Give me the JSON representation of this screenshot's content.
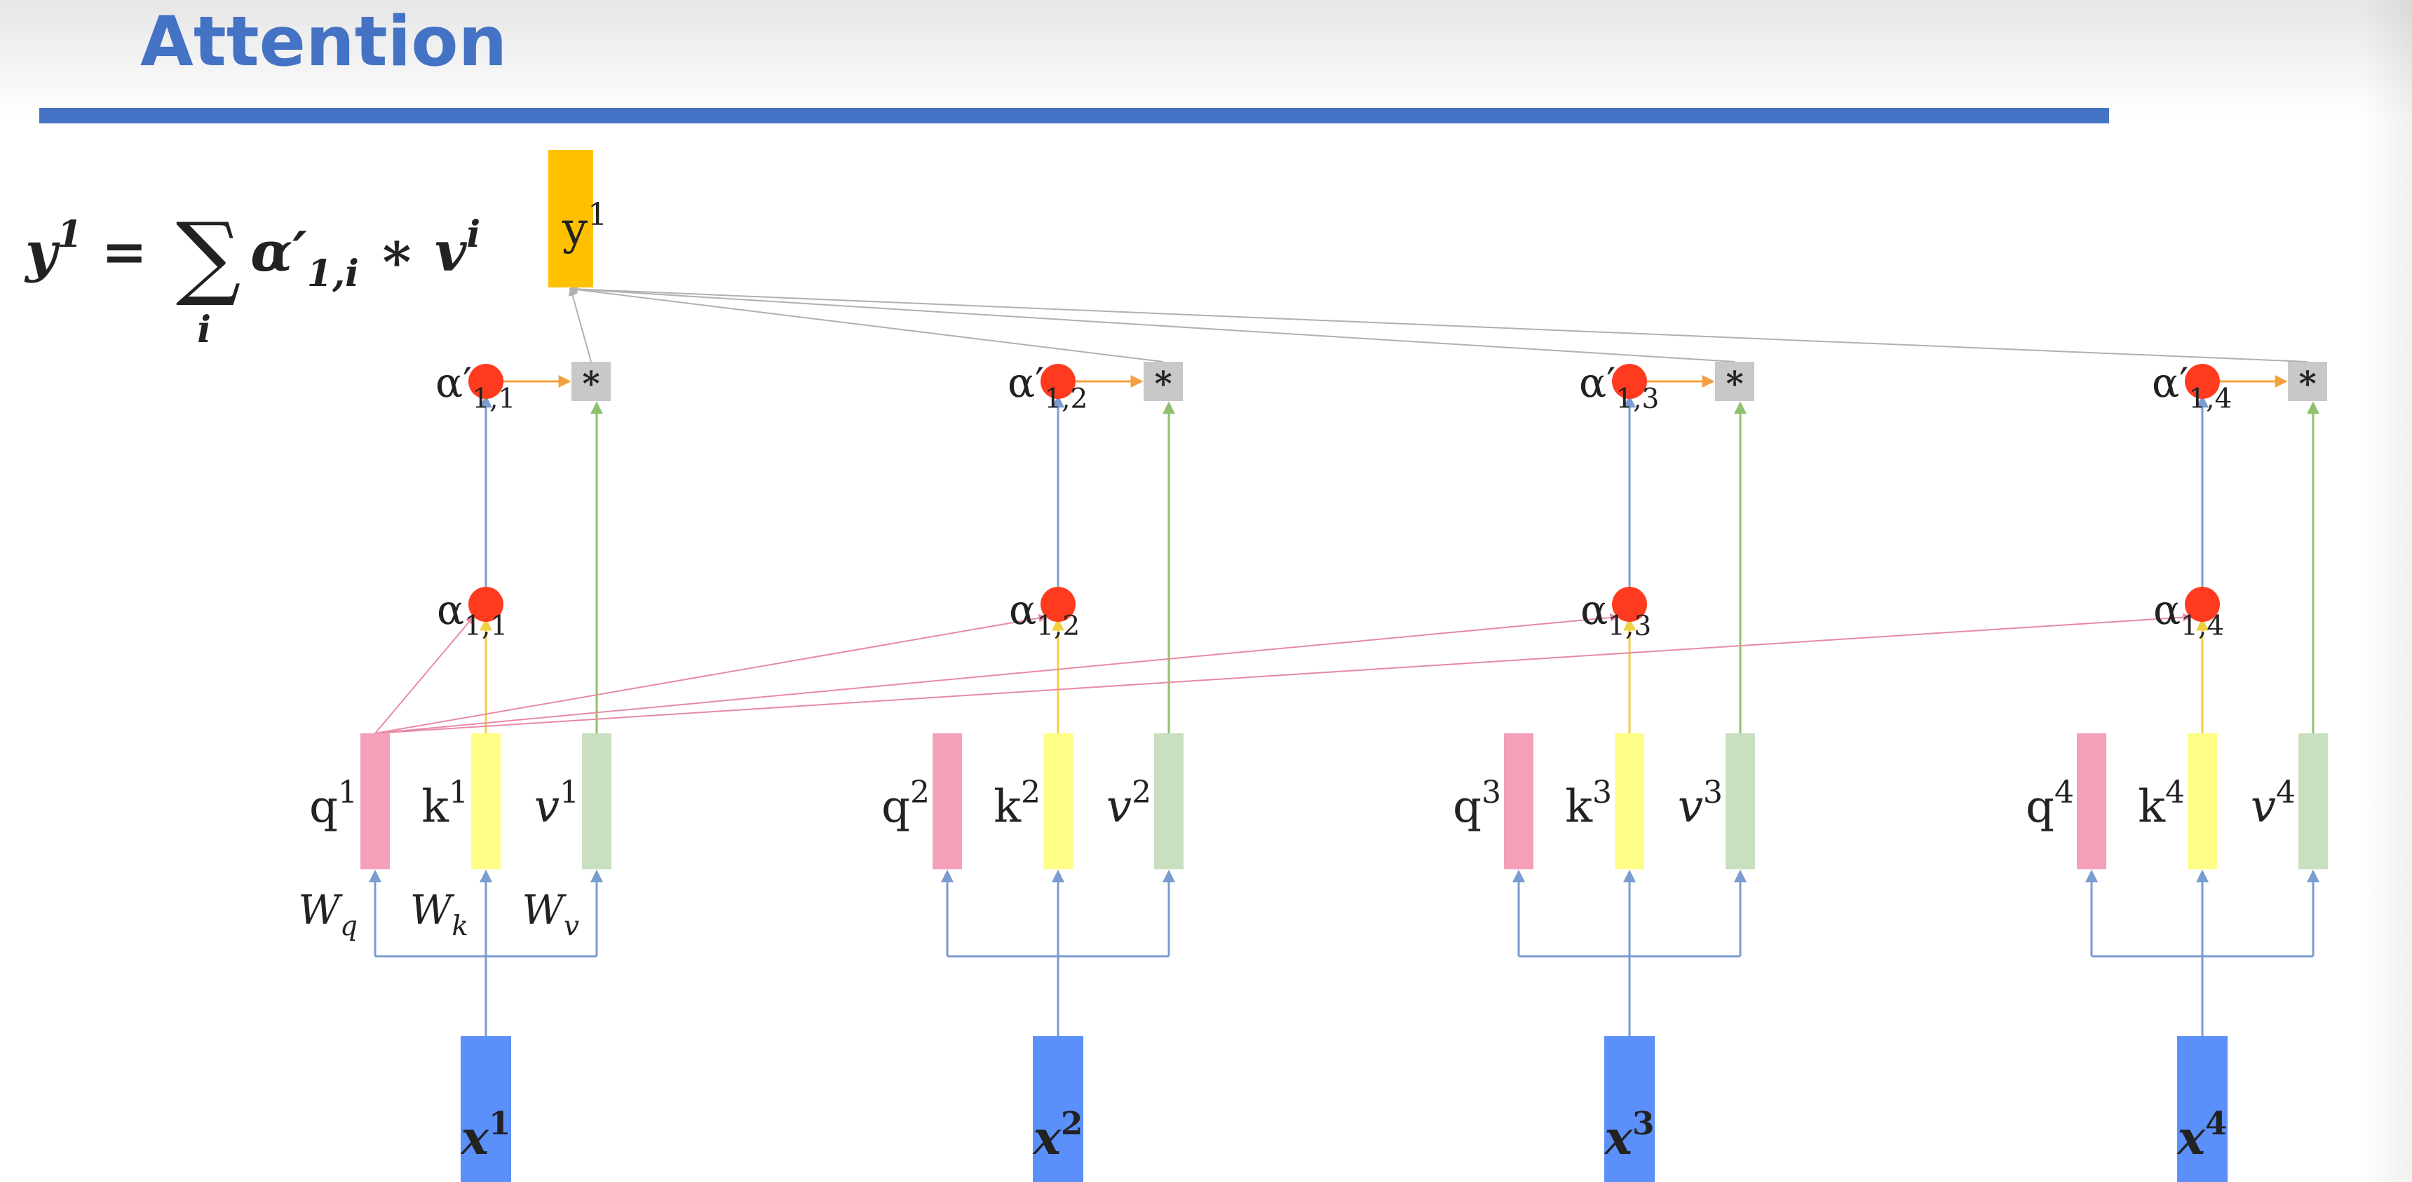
{
  "title": "Attention",
  "formula": {
    "lhs": "y",
    "lhs_sup": "1",
    "eq": "=",
    "sum": "∑",
    "sum_sub": "i",
    "alpha": "α′",
    "alpha_sub": "1,i",
    "times": "∗",
    "v": "v",
    "v_sup": "i"
  },
  "output": {
    "base": "y",
    "sup": "1"
  },
  "weights": {
    "q": "W",
    "q_sub": "q",
    "k": "W",
    "k_sub": "k",
    "v": "W",
    "v_sub": "v"
  },
  "multiply_symbol": "*",
  "tokens": [
    {
      "x": "x",
      "x_sup": "1",
      "q": "q",
      "k": "k",
      "v": "v",
      "sup": "1",
      "alpha": "α",
      "alpha_sub": "1,1",
      "alpha_prime": "α′",
      "alpha_prime_sub": "1,1"
    },
    {
      "x": "x",
      "x_sup": "2",
      "q": "q",
      "k": "k",
      "v": "v",
      "sup": "2",
      "alpha": "α",
      "alpha_sub": "1,2",
      "alpha_prime": "α′",
      "alpha_prime_sub": "1,2"
    },
    {
      "x": "x",
      "x_sup": "3",
      "q": "q",
      "k": "k",
      "v": "v",
      "sup": "3",
      "alpha": "α",
      "alpha_sub": "1,3",
      "alpha_prime": "α′",
      "alpha_prime_sub": "1,3"
    },
    {
      "x": "x",
      "x_sup": "4",
      "q": "q",
      "k": "k",
      "v": "v",
      "sup": "4",
      "alpha": "α",
      "alpha_sub": "1,4",
      "alpha_prime": "α′",
      "alpha_prime_sub": "1,4"
    }
  ],
  "colors": {
    "title": "#4472c4",
    "query": "#f4a0b8",
    "key": "#ffff88",
    "value": "#c8e0c0",
    "input": "#5b8ff9",
    "output": "#ffc000",
    "node": "#ff3b1f",
    "multiply_box": "#c8c8c8",
    "arrow_blue": "#7a9cd0",
    "arrow_pink": "#e88aa4",
    "arrow_yellow": "#f0d040",
    "arrow_green": "#8fc070",
    "arrow_orange": "#f4a040",
    "arrow_gray": "#b0b0b0"
  }
}
